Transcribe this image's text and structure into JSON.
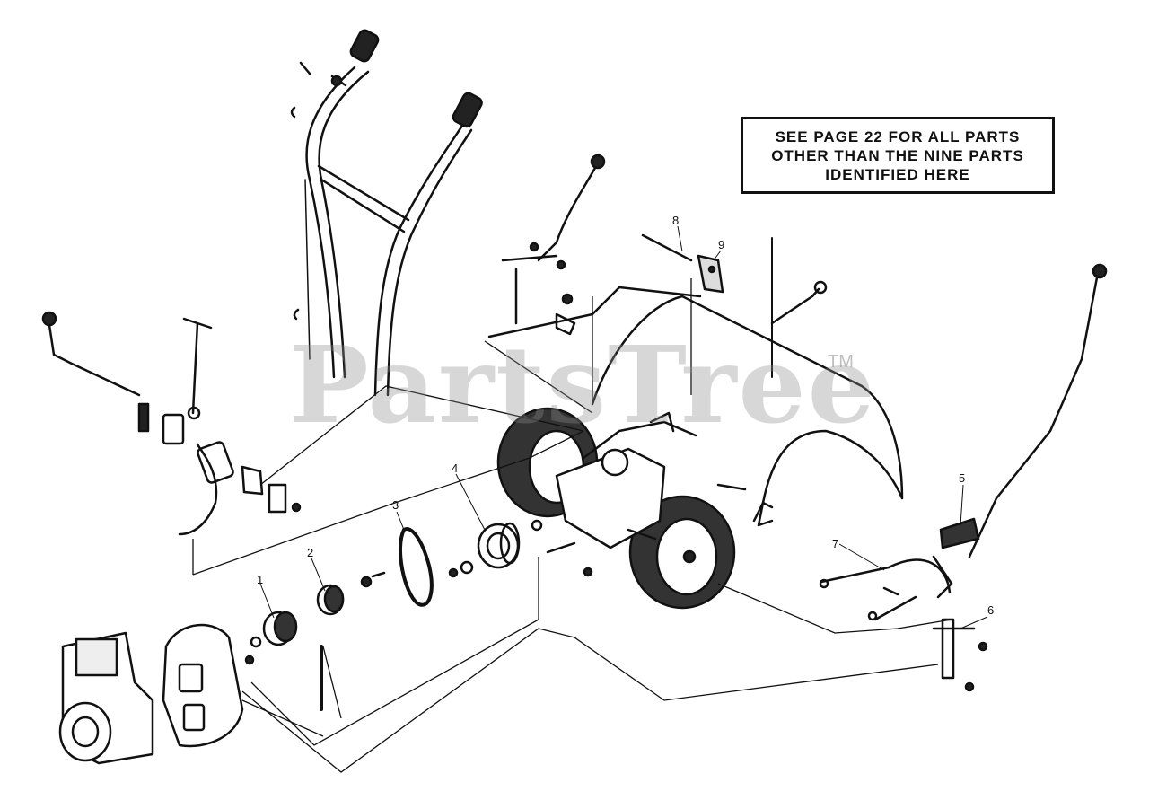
{
  "note": {
    "lines": [
      "SEE PAGE 22 FOR ALL PARTS",
      "OTHER THAN THE NINE PARTS",
      "IDENTIFIED HERE"
    ]
  },
  "watermark": {
    "text": "PartsTree",
    "tm": "TM"
  },
  "callouts": [
    "1",
    "2",
    "3",
    "4",
    "5",
    "6",
    "7",
    "8",
    "9"
  ]
}
